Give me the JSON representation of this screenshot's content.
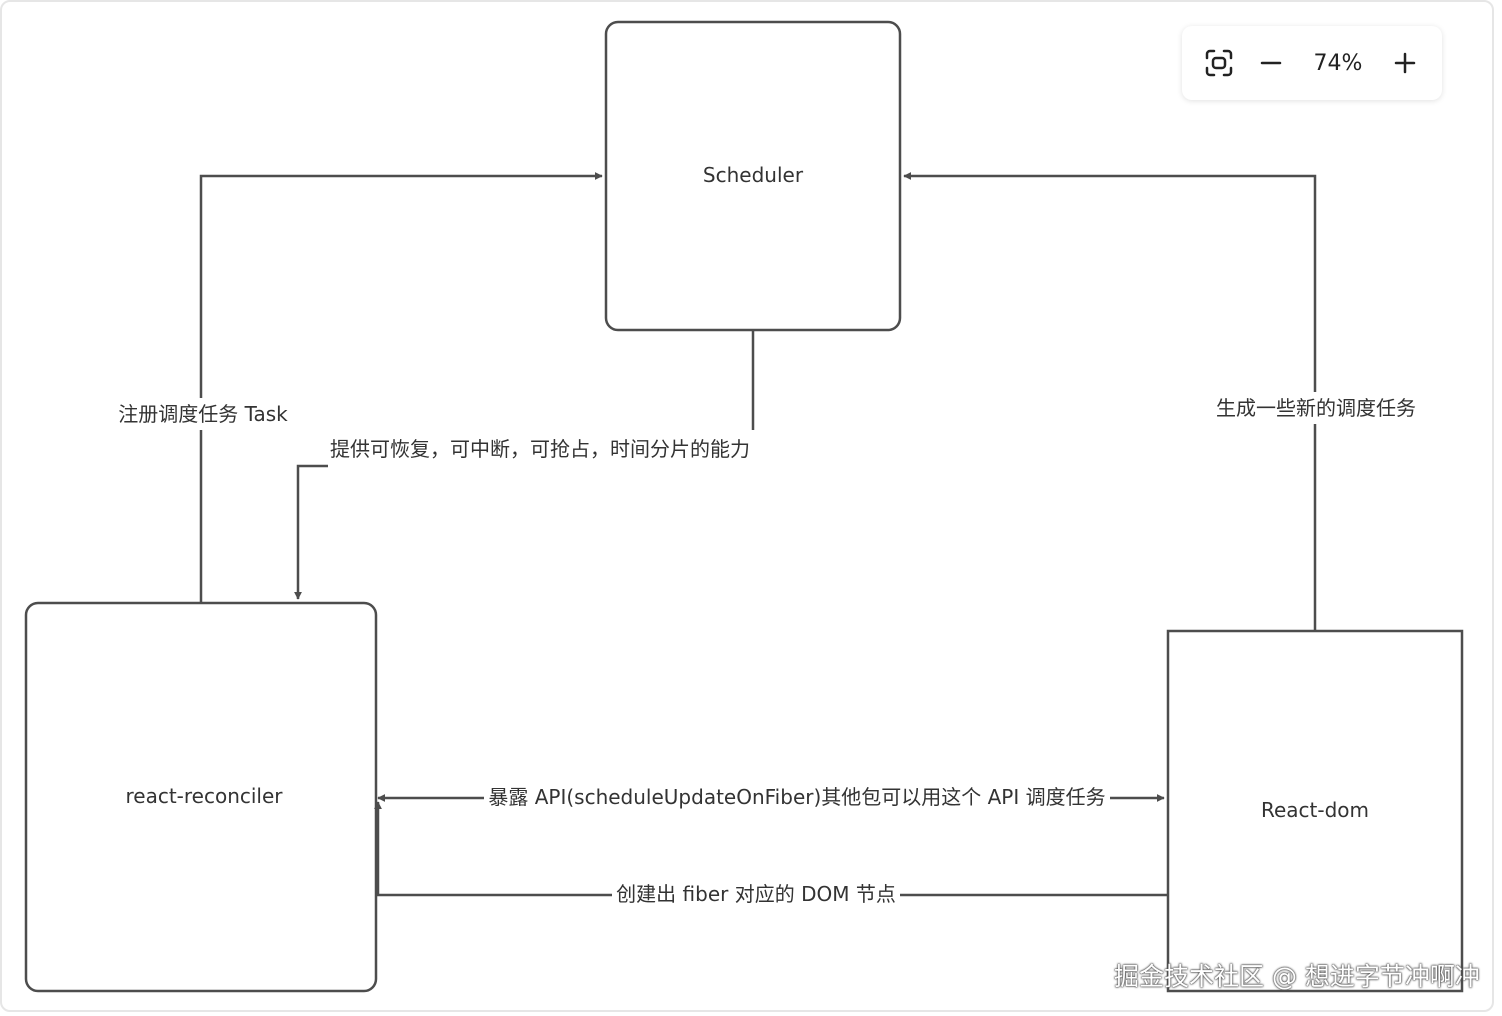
{
  "nodes": {
    "scheduler": "Scheduler",
    "reconciler": "react-reconciler",
    "react_dom": "React-dom"
  },
  "edges": {
    "register_task": "注册调度任务 Task",
    "scheduler_capability": "提供可恢复，可中断，可抢占，时间分片的能力",
    "new_tasks": "生成一些新的调度任务",
    "expose_api": "暴露 API(scheduleUpdateOnFiber)其他包可以用这个 API 调度任务",
    "create_dom": "创建出 fiber 对应的 DOM 节点"
  },
  "zoom": {
    "level": "74%",
    "icons": [
      "fit-screen-icon",
      "zoom-out-icon",
      "zoom-in-icon"
    ]
  },
  "watermark": "掘金技术社区 @ 想进字节冲啊冲",
  "colors": {
    "stroke": "#4d4d4d",
    "text": "#333333"
  }
}
